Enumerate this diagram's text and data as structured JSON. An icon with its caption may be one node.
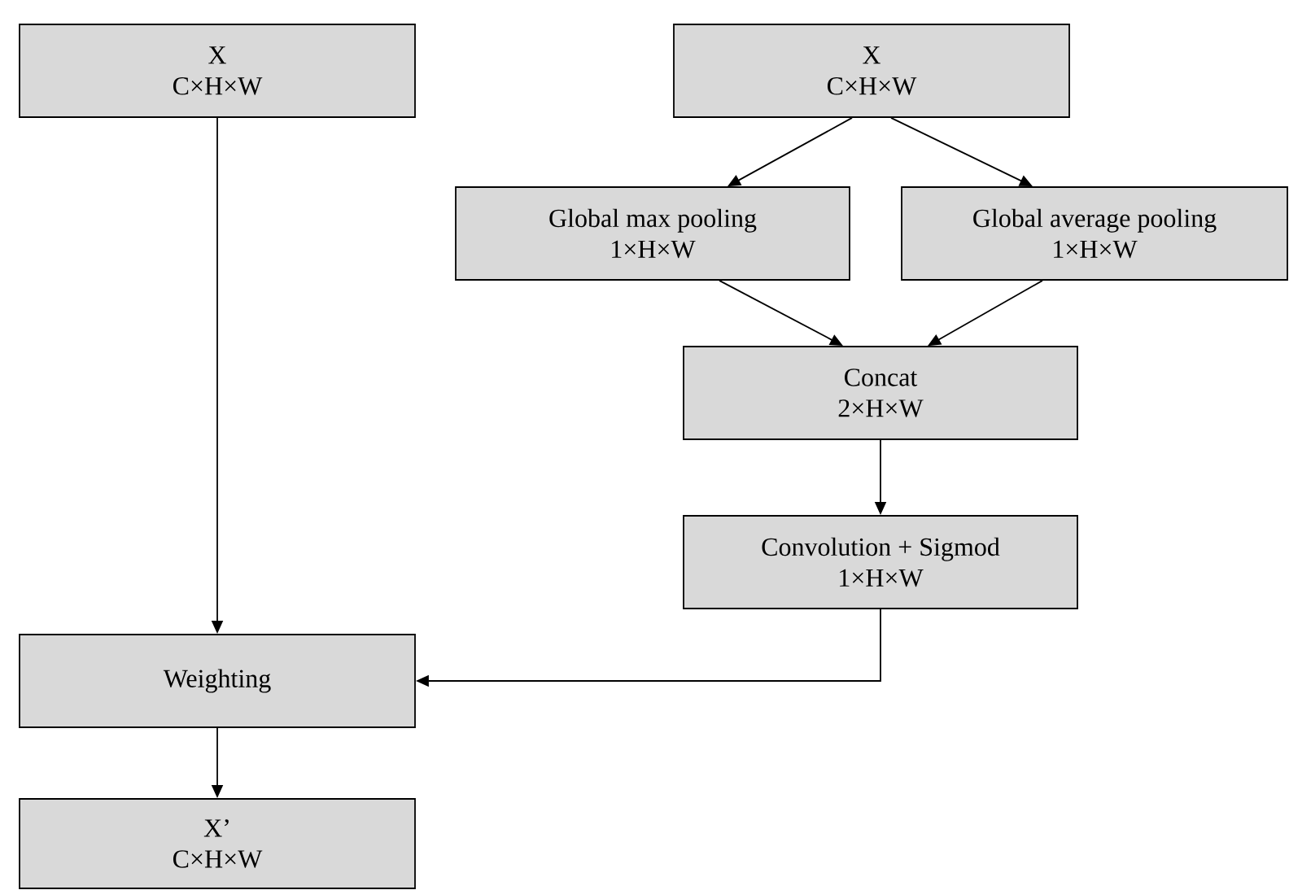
{
  "diagram": {
    "nodes": [
      {
        "text": [
          "X",
          "C×H×W"
        ]
      },
      {
        "text": [
          "X",
          "C×H×W"
        ]
      },
      {
        "text": [
          "Global max pooling",
          "1×H×W"
        ]
      },
      {
        "text": [
          "Global average pooling",
          "1×H×W"
        ]
      },
      {
        "text": [
          "Concat",
          "2×H×W"
        ]
      },
      {
        "text": [
          "Convolution + Sigmod",
          "1×H×W"
        ]
      },
      {
        "text": [
          "Weighting"
        ]
      },
      {
        "text": [
          "X’",
          "C×H×W"
        ]
      }
    ],
    "edges": [
      {
        "from": 0,
        "to": 6,
        "arrow": "to"
      },
      {
        "from": 1,
        "to": 2,
        "arrow": "to"
      },
      {
        "from": 1,
        "to": 3,
        "arrow": "to"
      },
      {
        "from": 2,
        "to": 4,
        "arrow": "to"
      },
      {
        "from": 3,
        "to": 4,
        "arrow": "to"
      },
      {
        "from": 4,
        "to": 5,
        "arrow": "to"
      },
      {
        "from": 5,
        "to": 6,
        "arrow": "to"
      },
      {
        "from": 6,
        "to": 7,
        "arrow": "to"
      }
    ]
  }
}
